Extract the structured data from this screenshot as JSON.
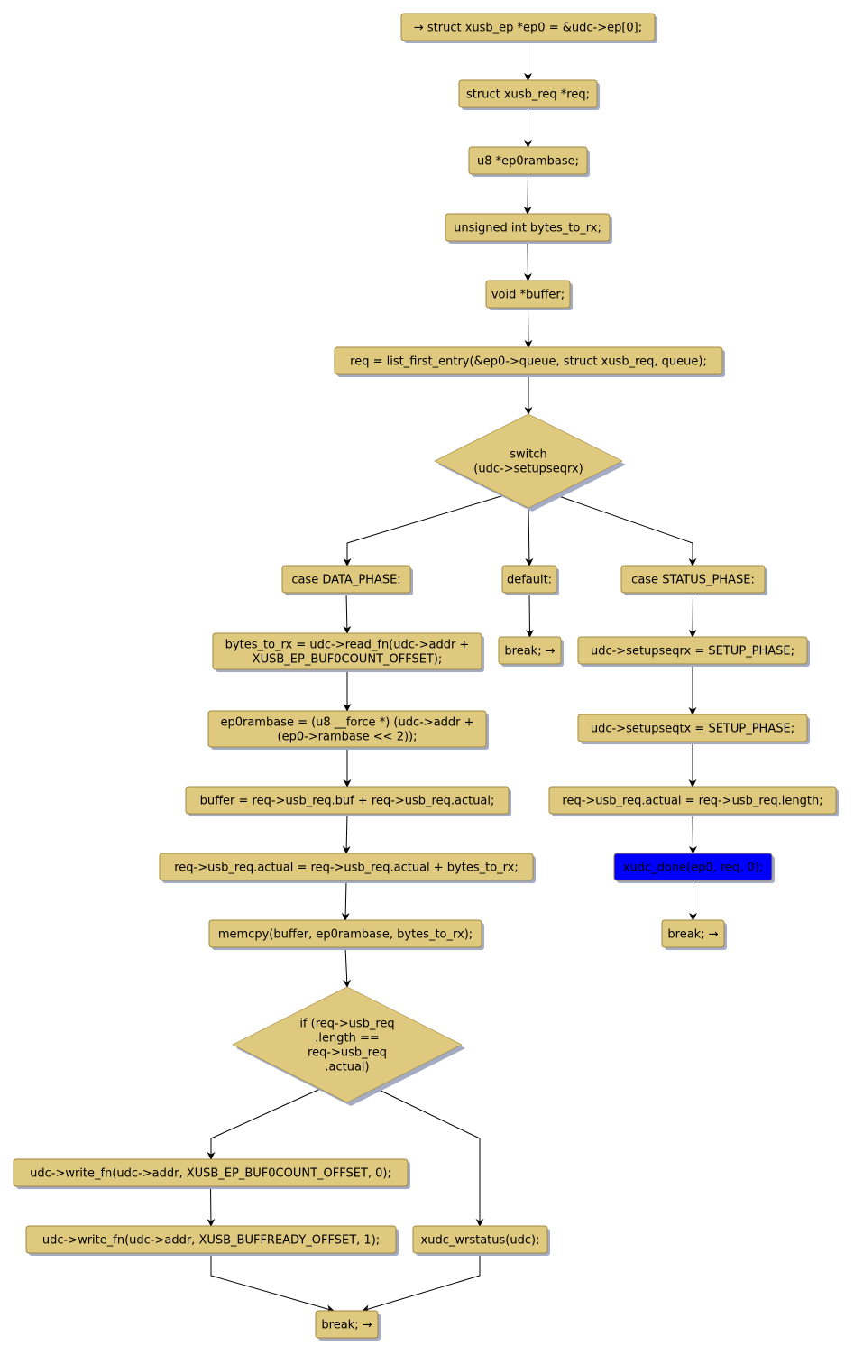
{
  "diagram": {
    "type": "flowchart",
    "colors": {
      "node_fill": "#dec97f",
      "node_stroke": "#a08840",
      "highlight_fill": "#0000ff",
      "shadow": "#a4acc4",
      "edge": "#000000"
    },
    "nodes": [
      {
        "id": "n1",
        "shape": "rect",
        "lines": [
          "→ struct xusb_ep *ep0 = &udc->ep[0];"
        ]
      },
      {
        "id": "n2",
        "shape": "rect",
        "lines": [
          "struct xusb_req *req;"
        ]
      },
      {
        "id": "n3",
        "shape": "rect",
        "lines": [
          "u8 *ep0rambase;"
        ]
      },
      {
        "id": "n4",
        "shape": "rect",
        "lines": [
          "unsigned int bytes_to_rx;"
        ]
      },
      {
        "id": "n5",
        "shape": "rect",
        "lines": [
          "void *buffer;"
        ]
      },
      {
        "id": "n6",
        "shape": "rect",
        "lines": [
          "req = list_first_entry(&ep0->queue, struct xusb_req, queue);"
        ]
      },
      {
        "id": "n7",
        "shape": "diamond",
        "lines": [
          "switch",
          "(udc->setupseqrx)"
        ]
      },
      {
        "id": "n8",
        "shape": "rect",
        "lines": [
          "case DATA_PHASE:"
        ]
      },
      {
        "id": "n9",
        "shape": "rect",
        "lines": [
          "default:"
        ]
      },
      {
        "id": "n10",
        "shape": "rect",
        "lines": [
          "case STATUS_PHASE:"
        ]
      },
      {
        "id": "n11",
        "shape": "rect",
        "lines": [
          "bytes_to_rx = udc->read_fn(udc->addr +",
          "XUSB_EP_BUF0COUNT_OFFSET);"
        ]
      },
      {
        "id": "n12",
        "shape": "rect",
        "lines": [
          "break; →"
        ]
      },
      {
        "id": "n13",
        "shape": "rect",
        "lines": [
          "udc->setupseqrx = SETUP_PHASE;"
        ]
      },
      {
        "id": "n14",
        "shape": "rect",
        "lines": [
          "ep0rambase = (u8 __force *) (udc->addr +",
          "(ep0->rambase << 2));"
        ]
      },
      {
        "id": "n15",
        "shape": "rect",
        "lines": [
          "udc->setupseqtx = SETUP_PHASE;"
        ]
      },
      {
        "id": "n16",
        "shape": "rect",
        "lines": [
          "buffer = req->usb_req.buf + req->usb_req.actual;"
        ]
      },
      {
        "id": "n17",
        "shape": "rect",
        "lines": [
          "req->usb_req.actual = req->usb_req.length;"
        ]
      },
      {
        "id": "n18",
        "shape": "rect",
        "lines": [
          "req->usb_req.actual = req->usb_req.actual + bytes_to_rx;"
        ]
      },
      {
        "id": "n19",
        "shape": "rect",
        "lines": [
          "xudc_done(ep0, req, 0);"
        ],
        "highlighted": true
      },
      {
        "id": "n20",
        "shape": "rect",
        "lines": [
          "memcpy(buffer, ep0rambase, bytes_to_rx);"
        ]
      },
      {
        "id": "n21",
        "shape": "rect",
        "lines": [
          "break; →"
        ]
      },
      {
        "id": "n22",
        "shape": "diamond",
        "lines": [
          "if (req->usb_req",
          ".length ==",
          "req->usb_req",
          ".actual)"
        ]
      },
      {
        "id": "n23",
        "shape": "rect",
        "lines": [
          "udc->write_fn(udc->addr, XUSB_EP_BUF0COUNT_OFFSET, 0);"
        ]
      },
      {
        "id": "n24",
        "shape": "rect",
        "lines": [
          "udc->write_fn(udc->addr, XUSB_BUFFREADY_OFFSET, 1);"
        ]
      },
      {
        "id": "n25",
        "shape": "rect",
        "lines": [
          "xudc_wrstatus(udc);"
        ]
      },
      {
        "id": "n26",
        "shape": "rect",
        "lines": [
          "break; →"
        ]
      }
    ],
    "edges": [
      {
        "from": "n1",
        "to": "n2"
      },
      {
        "from": "n2",
        "to": "n3"
      },
      {
        "from": "n3",
        "to": "n4"
      },
      {
        "from": "n4",
        "to": "n5"
      },
      {
        "from": "n5",
        "to": "n6"
      },
      {
        "from": "n6",
        "to": "n7"
      },
      {
        "from": "n7",
        "to": "n8"
      },
      {
        "from": "n7",
        "to": "n9"
      },
      {
        "from": "n7",
        "to": "n10"
      },
      {
        "from": "n8",
        "to": "n11"
      },
      {
        "from": "n9",
        "to": "n12"
      },
      {
        "from": "n10",
        "to": "n13"
      },
      {
        "from": "n11",
        "to": "n14"
      },
      {
        "from": "n13",
        "to": "n15"
      },
      {
        "from": "n14",
        "to": "n16"
      },
      {
        "from": "n15",
        "to": "n17"
      },
      {
        "from": "n16",
        "to": "n18"
      },
      {
        "from": "n17",
        "to": "n19"
      },
      {
        "from": "n18",
        "to": "n20"
      },
      {
        "from": "n19",
        "to": "n21"
      },
      {
        "from": "n20",
        "to": "n22"
      },
      {
        "from": "n22",
        "to": "n23"
      },
      {
        "from": "n22",
        "to": "n25"
      },
      {
        "from": "n23",
        "to": "n24"
      },
      {
        "from": "n24",
        "to": "n26"
      },
      {
        "from": "n25",
        "to": "n26"
      }
    ]
  }
}
